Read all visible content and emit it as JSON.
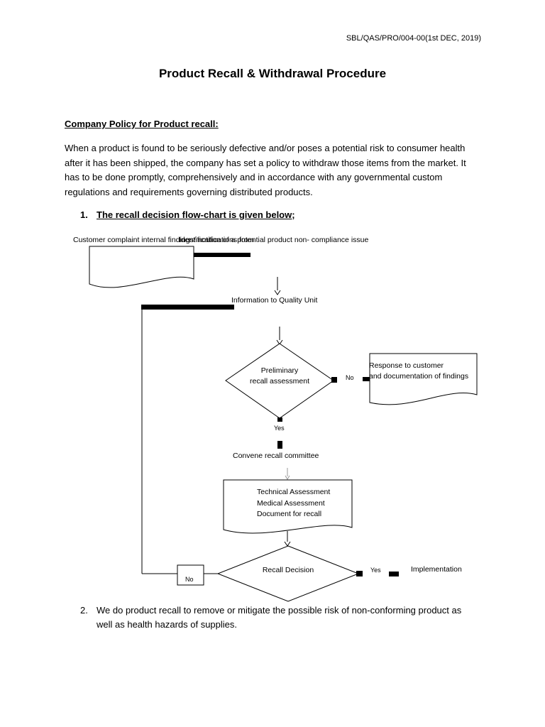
{
  "document": {
    "doc_ref": "SBL/QAS/PRO/004-00(1st DEC, 2019)",
    "title": "Product Recall & Withdrawal Procedure",
    "policy_heading": "Company Policy for Product recall:",
    "intro_paragraph": "When a product is found to be seriously defective and/or poses a potential risk to consumer health after it has been shipped, the company has set a policy to withdraw those items from the market. It has to be done promptly, comprehensively and in accordance with any governmental custom regulations and requirements governing distributed products.",
    "items": [
      {
        "number": "1.",
        "text": "The recall decision flow-chart is given below;"
      },
      {
        "number": "2.",
        "text": "We do product recall to remove or mitigate the possible risk of non-conforming product as well as health hazards of supplies."
      }
    ]
  },
  "flowchart": {
    "sources_left": "Customer complaint internal findings/ notifications from",
    "sources_right": "Identification of a potential product non- compliance issue",
    "info_quality_unit": "Information to Quality Unit",
    "preliminary_line1": "Preliminary",
    "preliminary_line2": "recall assessment",
    "no_label_1": "No",
    "response_line1": "Response to customer",
    "response_line2": "and documentation of findings",
    "yes_label_1": "Yes",
    "convene": "Convene recall committee",
    "assessment_line1": "Technical Assessment",
    "assessment_line2": "Medical Assessment",
    "assessment_line3": "Document for recall",
    "recall_decision": "Recall Decision",
    "yes_label_2": "Yes",
    "implementation": "Implementation",
    "no_label_2": "No"
  }
}
